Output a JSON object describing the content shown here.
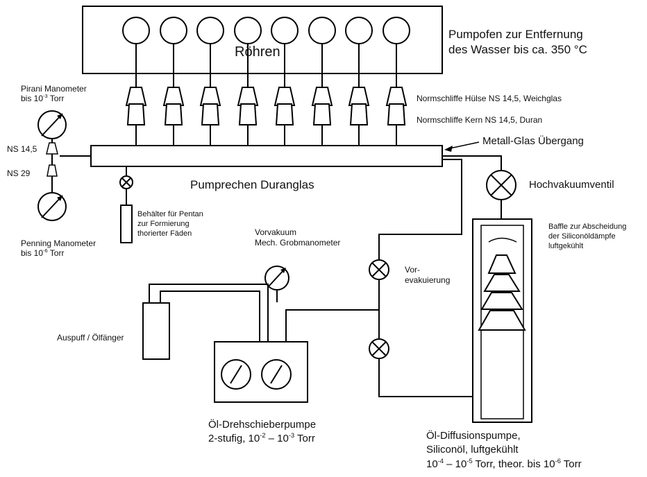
{
  "labels": {
    "oven_title_line1": "Pumpofen zur Entfernung",
    "oven_title_line2": "des Wasser bis ca. 350 °C",
    "tubes": "Röhren",
    "socket_joint": "Normschliffe Hülse NS 14,5, Weichglas",
    "cone_joint": "Normschliffe Kern NS 14,5, Duran",
    "metal_glass": "Metall-Glas Übergang",
    "manifold": "Pumprechen Duranglas",
    "hv_valve": "Hochvakuumventil",
    "pirani_line1": "Pirani Manometer",
    "pirani_line2_pre": "bis 10",
    "pirani_line2_exp": "-3",
    "pirani_line2_post": " Torr",
    "ns145": "NS 14,5",
    "ns29": "NS 29",
    "penning_line1": "Penning Manometer",
    "penning_line2_pre": "bis 10",
    "penning_line2_exp": "-6",
    "penning_line2_post": " Torr",
    "pentan_line1": "Behälter für Pentan",
    "pentan_line2": "zur Formierung",
    "pentan_line3": "thorierter Fäden",
    "vorvakuum_line1": "Vorvakuum",
    "vorvakuum_line2": "Mech. Grobmanometer",
    "vorevak_line1": "Vor-",
    "vorevak_line2": "evakuierung",
    "baffle_line1": "Baffle zur Abscheidung",
    "baffle_line2": "der Siliconöldämpfe",
    "baffle_line3": "luftgekühlt",
    "exhaust": "Auspuff / Ölfänger",
    "rotary_line1": "Öl-Drehschieberpumpe",
    "rotary_line2_a": "2-stufig, 10",
    "rotary_line2_e1": "-2",
    "rotary_line2_b": " – 10",
    "rotary_line2_e2": "-3",
    "rotary_line2_c": " Torr",
    "diff_line1": "Öl-Diffusionspumpe,",
    "diff_line2": "Siliconöl, luftgekühlt",
    "diff_line3_a": "10",
    "diff_line3_e1": "-4",
    "diff_line3_b": " – 10",
    "diff_line3_e2": "-5",
    "diff_line3_c": " Torr, theor. bis 10",
    "diff_line3_e3": "-6",
    "diff_line3_d": " Torr"
  },
  "tube_count": 8,
  "colors": {
    "line": "#000000",
    "background": "#ffffff"
  }
}
